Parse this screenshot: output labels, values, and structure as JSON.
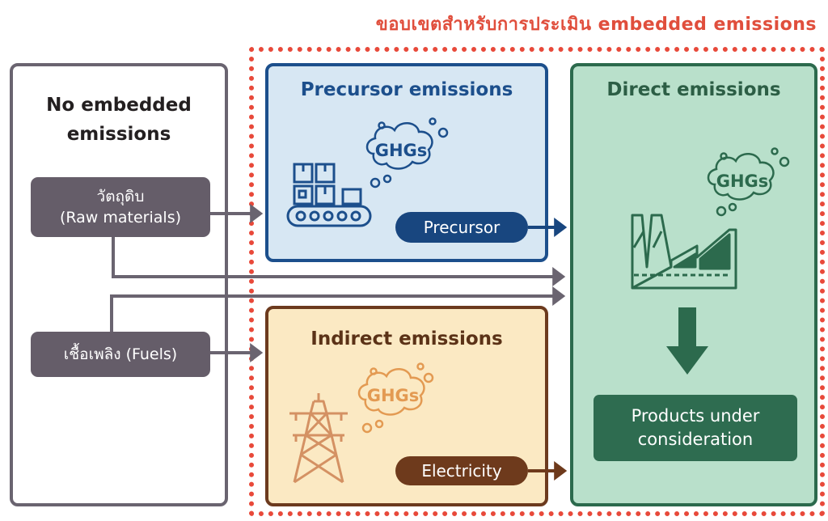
{
  "boundary": {
    "title": "ขอบเขตสำหรับการประเมิน embedded emissions"
  },
  "no_embedded": {
    "title": "No embedded\nemissions"
  },
  "inputs": {
    "raw_materials": "วัตถุดิบ\n(Raw materials)",
    "fuels": "เชื้อเพลิง (Fuels)"
  },
  "precursor": {
    "title": "Precursor emissions",
    "ghg": "GHGs",
    "output": "Precursor"
  },
  "indirect": {
    "title": "Indirect emissions",
    "ghg": "GHGs",
    "output": "Electricity"
  },
  "direct": {
    "title": "Direct emissions",
    "ghg": "GHGs",
    "product": "Products under\nconsideration"
  },
  "colors": {
    "boundary": "#e8493a",
    "precursor": "#1c4f8c",
    "indirect": "#6c3a1e",
    "direct": "#2c6a4d",
    "input": "#655d69"
  },
  "icons": [
    "cloud-icon",
    "boxes-conveyor-icon",
    "power-tower-icon",
    "factory-icon",
    "down-arrow-icon"
  ]
}
